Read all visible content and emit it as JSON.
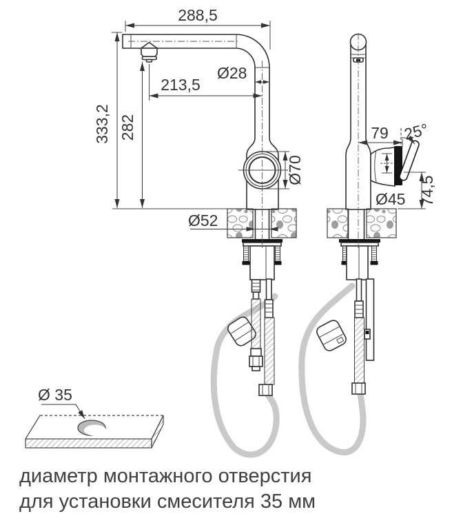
{
  "diagram": {
    "title": "kitchen mixer installation drawing",
    "dims": {
      "overall_width": "288,5",
      "spout_reach": "213,5",
      "tube_diameter": "Ø28",
      "total_height": "333,2",
      "spout_height": "282",
      "joint_diameter": "Ø70",
      "handle_offset": "79",
      "handle_angle": "25°",
      "valve_diameter": "Ø45",
      "handle_height": "74,5",
      "base_diameter": "Ø52",
      "hole_diameter": "Ø 35"
    },
    "caption": {
      "line1": "диаметр монтажного отверстия",
      "line2": "для установки смесителя 35 мм"
    },
    "colors": {
      "line": "#2f2f2f",
      "text": "#3f3f3f",
      "hose": "#c9c9c9",
      "handle": "#141414",
      "background": "#ffffff"
    }
  }
}
